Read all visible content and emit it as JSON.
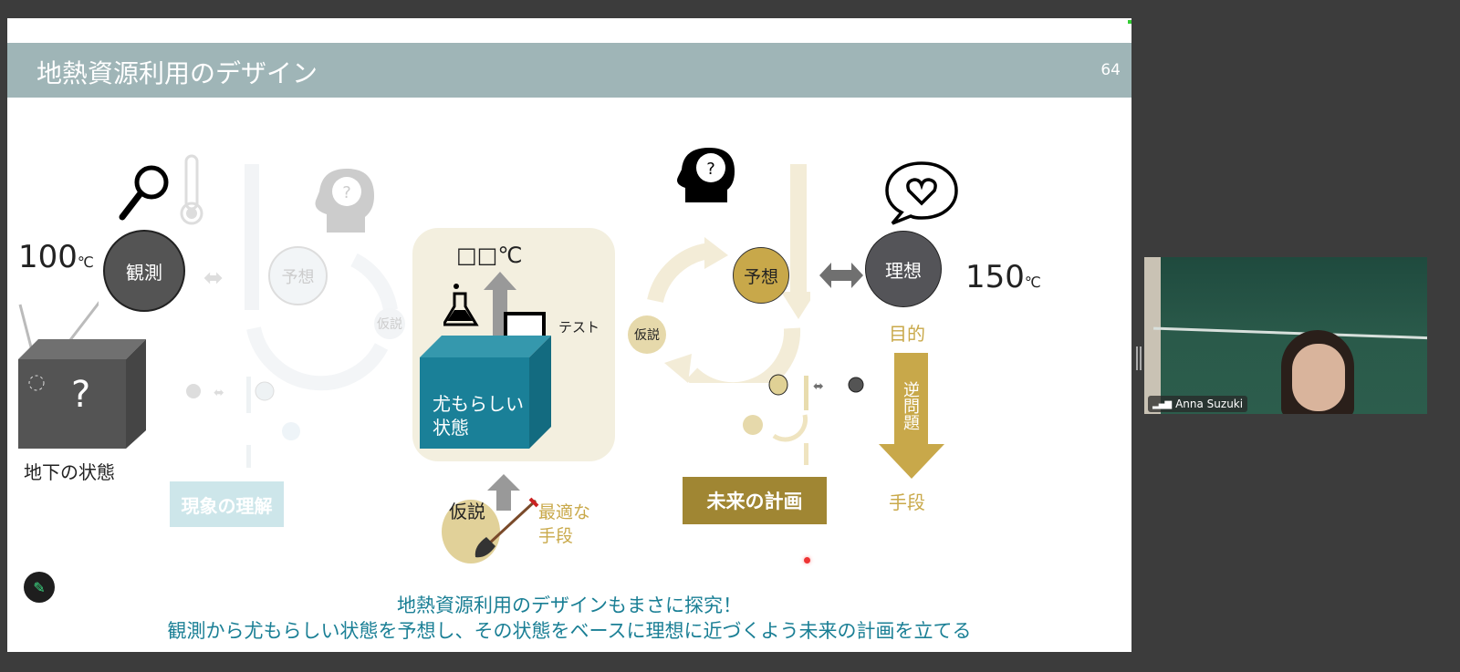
{
  "slide": {
    "title": "地熱資源利用のデザイン",
    "page_number": "64",
    "left": {
      "temp_value": "100",
      "temp_unit": "℃",
      "observe": "観測",
      "box_mark": "?",
      "box_caption": "地下の状態",
      "predict_faded": "予想",
      "hypothesis_faded": "仮説",
      "understanding": "現象の理解"
    },
    "center": {
      "temp_placeholder": "□□℃",
      "test": "テスト",
      "plausible_state": "尤もらしい\n状態",
      "hypothesis": "仮説",
      "optimal_means": "最適な\n手段"
    },
    "right": {
      "hypothesis": "仮説",
      "predict": "予想",
      "ideal": "理想",
      "temp_value": "150",
      "temp_unit": "℃",
      "purpose": "目的",
      "inverse_problem": "逆問題",
      "means": "手段",
      "future_plan": "未来の計画"
    },
    "footer": {
      "line1": "地熱資源利用のデザインもまさに探究！",
      "line2": "観測から尤もらしい状態を予想し、その状態をベースに理想に近づくよう未来の計画を立てる"
    }
  },
  "participant": {
    "name": "Anna Suzuki"
  },
  "colors": {
    "title_bar": "#9fb5b7",
    "gold": "#c9a94a",
    "teal": "#1a8098",
    "dark": "#505050",
    "footer_text": "#1a7f95"
  }
}
